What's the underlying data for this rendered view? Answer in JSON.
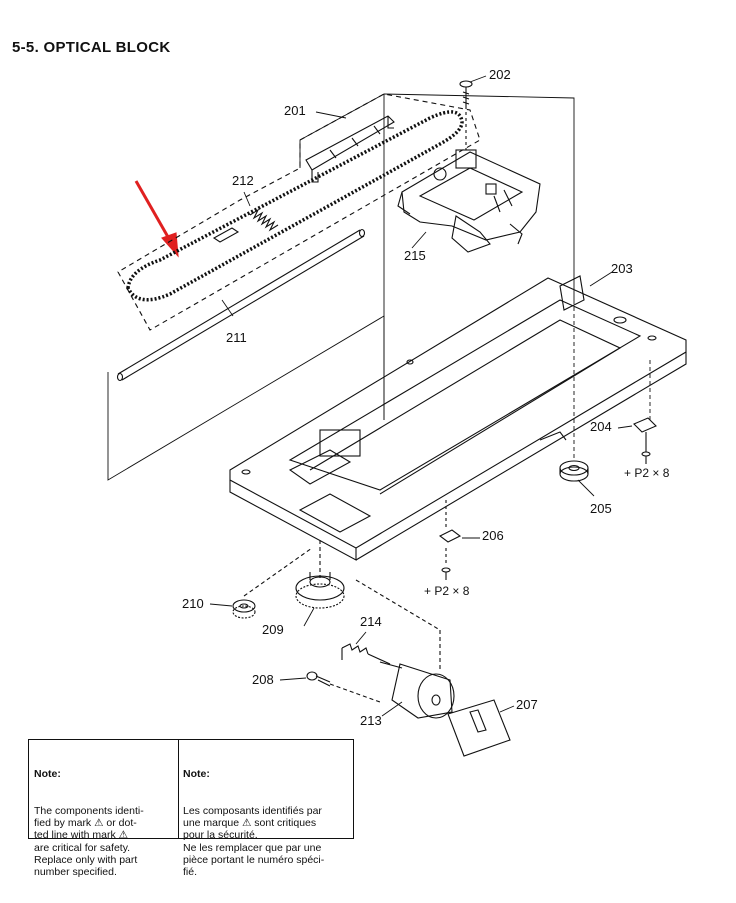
{
  "title": "5-5.  OPTICAL BLOCK",
  "callouts": {
    "p201": "201",
    "p202": "202",
    "p203": "203",
    "p204": "204",
    "p205": "205",
    "p206": "206",
    "p207": "207",
    "p208": "208",
    "p209": "209",
    "p210": "210",
    "p211": "211",
    "p212": "212",
    "p213": "213",
    "p214": "214",
    "p215": "215"
  },
  "screw_labels": {
    "near_204": "+ P2 × 8",
    "near_206": "+ P2 × 8"
  },
  "note": {
    "en_heading": "Note:",
    "en_body": "The components identi-\nfied by mark ⚠ or dot-\nted line with mark ⚠\nare critical for safety.\nReplace only with part\nnumber specified.",
    "fr_heading": "Note:",
    "fr_body": "Les composants identifiés par\nune marque ⚠ sont critiques\npour la sécurité.\nNe les remplacer que par une\npièce portant le numéro spéci-\nfié."
  },
  "colors": {
    "ink": "#111111",
    "arrow": "#e02020",
    "paper": "#ffffff"
  }
}
